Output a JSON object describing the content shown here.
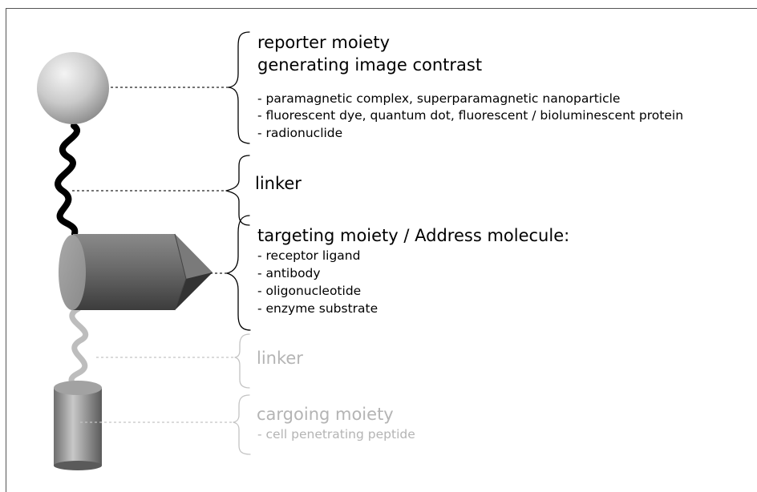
{
  "reporter": {
    "title_line1": "reporter moiety",
    "title_line2": "generating image contrast",
    "items": [
      "- paramagnetic complex, superparamagnetic nanoparticle",
      "- fluorescent dye, quantum dot, fluorescent / bioluminescent protein",
      "- radionuclide"
    ]
  },
  "linker_top": {
    "label": "linker"
  },
  "targeting": {
    "title": "targeting moiety / Address molecule:",
    "items": [
      "- receptor ligand",
      "- antibody",
      "- oligonucleotide",
      "- enzyme substrate"
    ]
  },
  "linker_bottom": {
    "label": "linker"
  },
  "cargo": {
    "title": "cargoing moiety",
    "items": [
      "- cell penetrating peptide"
    ]
  },
  "colors": {
    "active_text": "#000000",
    "faded_text": "#b4b4b4",
    "linker_active": "#000000",
    "linker_faded": "#bdbdbd"
  }
}
